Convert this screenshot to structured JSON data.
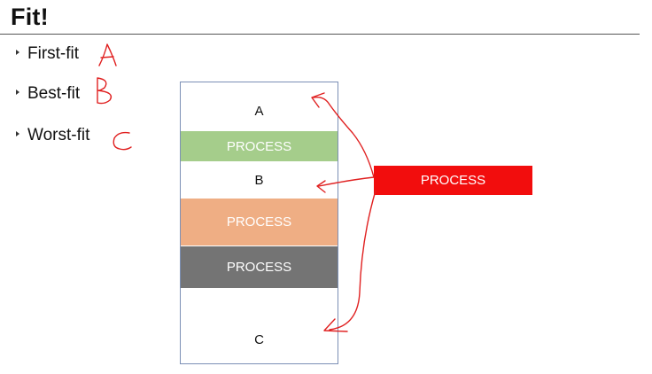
{
  "slide": {
    "title": "Fit!",
    "bullets": [
      {
        "label": "First-fit",
        "handwritten": "A"
      },
      {
        "label": "Best-fit",
        "handwritten": "B"
      },
      {
        "label": "Worst-fit",
        "handwritten": "C"
      }
    ]
  },
  "memory_blocks": {
    "free_a": "A",
    "process_1": "PROCESS",
    "free_b": "B",
    "process_2": "PROCESS",
    "process_3": "PROCESS",
    "free_c": "C"
  },
  "incoming_process": "PROCESS",
  "colors": {
    "green_process": "#a5cd8b",
    "orange_process": "#efae84",
    "gray_process": "#747474",
    "incoming_process": "#f20d0d",
    "annotation_ink": "#e02020"
  },
  "icons": [
    "bullet-triangle-icon"
  ]
}
